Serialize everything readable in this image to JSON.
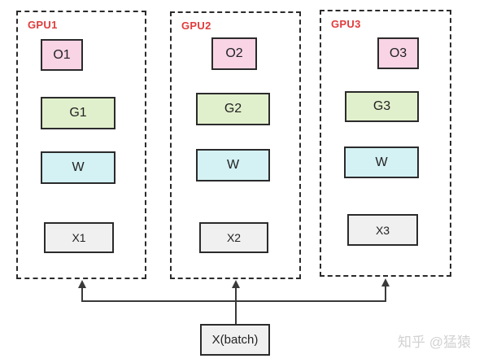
{
  "diagram": {
    "title_hint": "data-parallel training: batch X split across three GPUs",
    "gpus": [
      {
        "label": "GPU1",
        "output": "O1",
        "gradient": "G1",
        "weight": "W",
        "input_shard": "X1"
      },
      {
        "label": "GPU2",
        "output": "O2",
        "gradient": "G2",
        "weight": "W",
        "input_shard": "X2"
      },
      {
        "label": "GPU3",
        "output": "O3",
        "gradient": "G3",
        "weight": "W",
        "input_shard": "X3"
      }
    ],
    "batch_input": {
      "label": "X(batch)"
    },
    "watermark": "知乎 @猛猿",
    "colors": {
      "gpu_label_color": "#e03c3c",
      "output_fill": "#f8d4e5",
      "gradient_fill": "#e1f0cc",
      "weight_fill": "#d4f1f4",
      "data_fill": "#f0f0f0",
      "border": "#2b2b2b",
      "line": "#3a3a3a"
    }
  }
}
